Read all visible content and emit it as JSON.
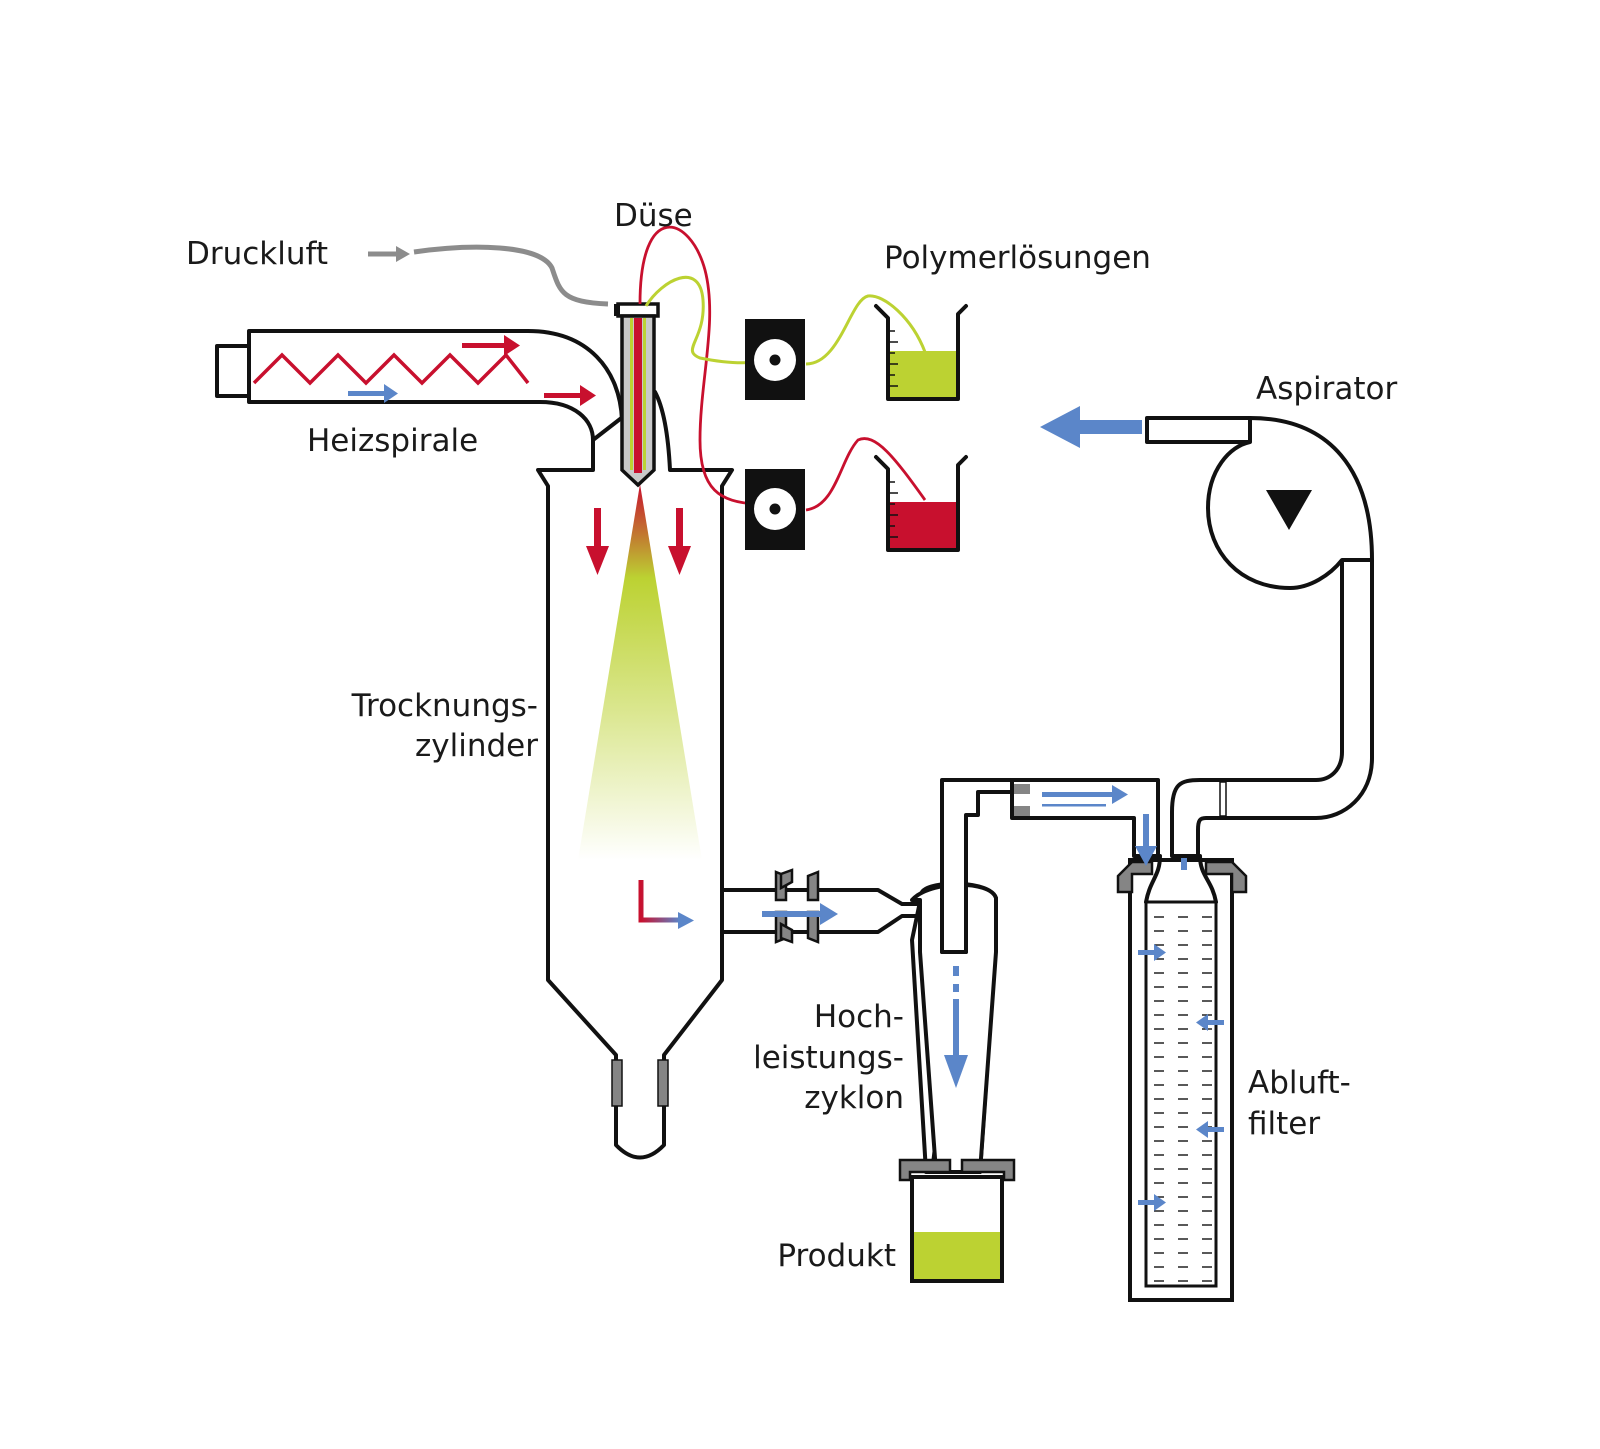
{
  "labels": {
    "druckluft": "Druckluft",
    "duese": "Düse",
    "polymerloesungen": "Polymerlösungen",
    "heizspirale": "Heizspirale",
    "aspirator": "Aspirator",
    "trocknungs_line1": "Trocknungs-",
    "trocknungs_line2": "zylinder",
    "zyklon_line1": "Hoch-",
    "zyklon_line2": "leistungs-",
    "zyklon_line3": "zyklon",
    "produkt": "Produkt",
    "abluft_line1": "Abluft-",
    "abluft_line2": "filter"
  },
  "colors": {
    "hot_air": "#c8102e",
    "cool_air": "#5b86c9",
    "polymer_green": "#bcd232",
    "polymer_red": "#c8102e",
    "compressed_air": "#8c8c8c",
    "seal": "#858585",
    "outline": "#111111"
  },
  "icons": {
    "pump": "peristaltic-pump-icon",
    "aspirator": "fan-triangle-icon"
  }
}
